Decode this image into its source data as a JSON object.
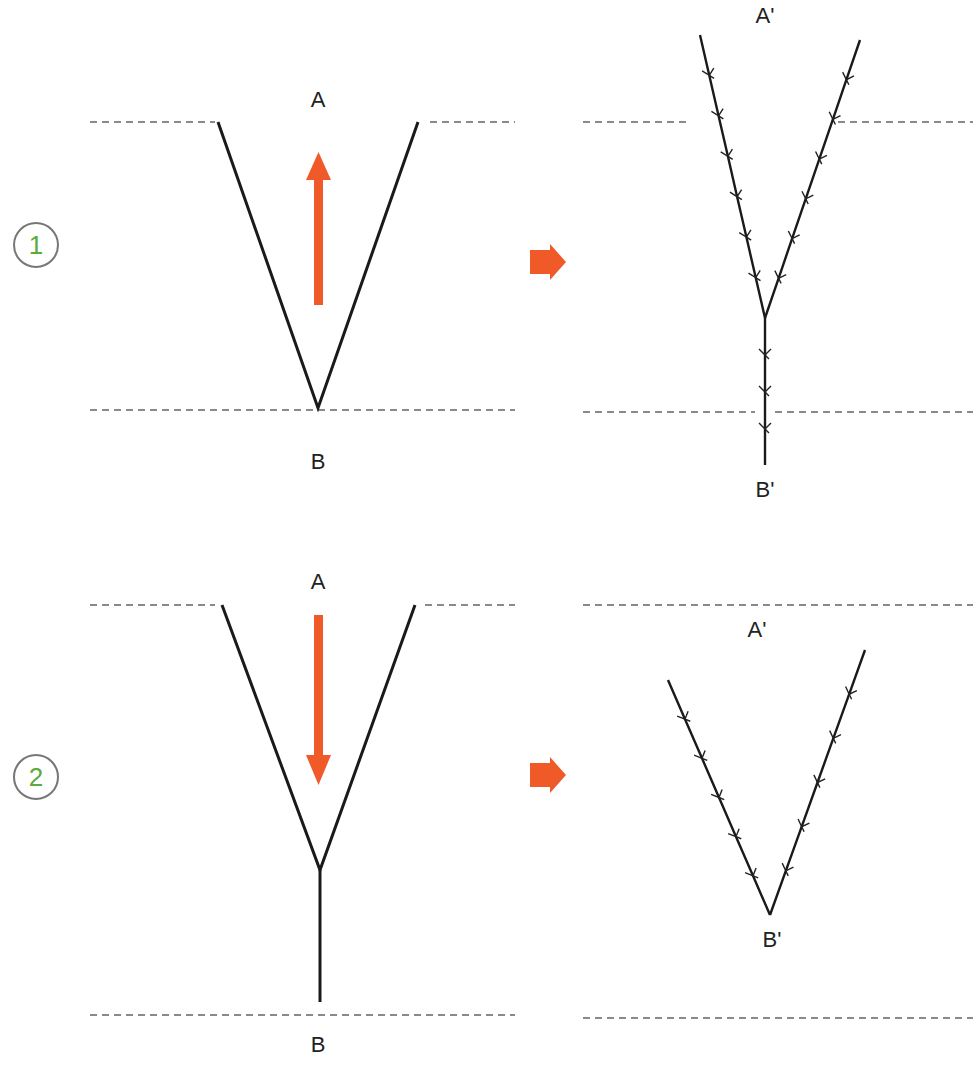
{
  "diagram": {
    "nodes": [
      {
        "text": [
          "1"
        ]
      },
      {
        "text": [
          "2"
        ]
      }
    ],
    "labels": [
      "A",
      "B",
      "A'",
      "B'",
      "A",
      "B",
      "A'",
      "B'"
    ]
  }
}
